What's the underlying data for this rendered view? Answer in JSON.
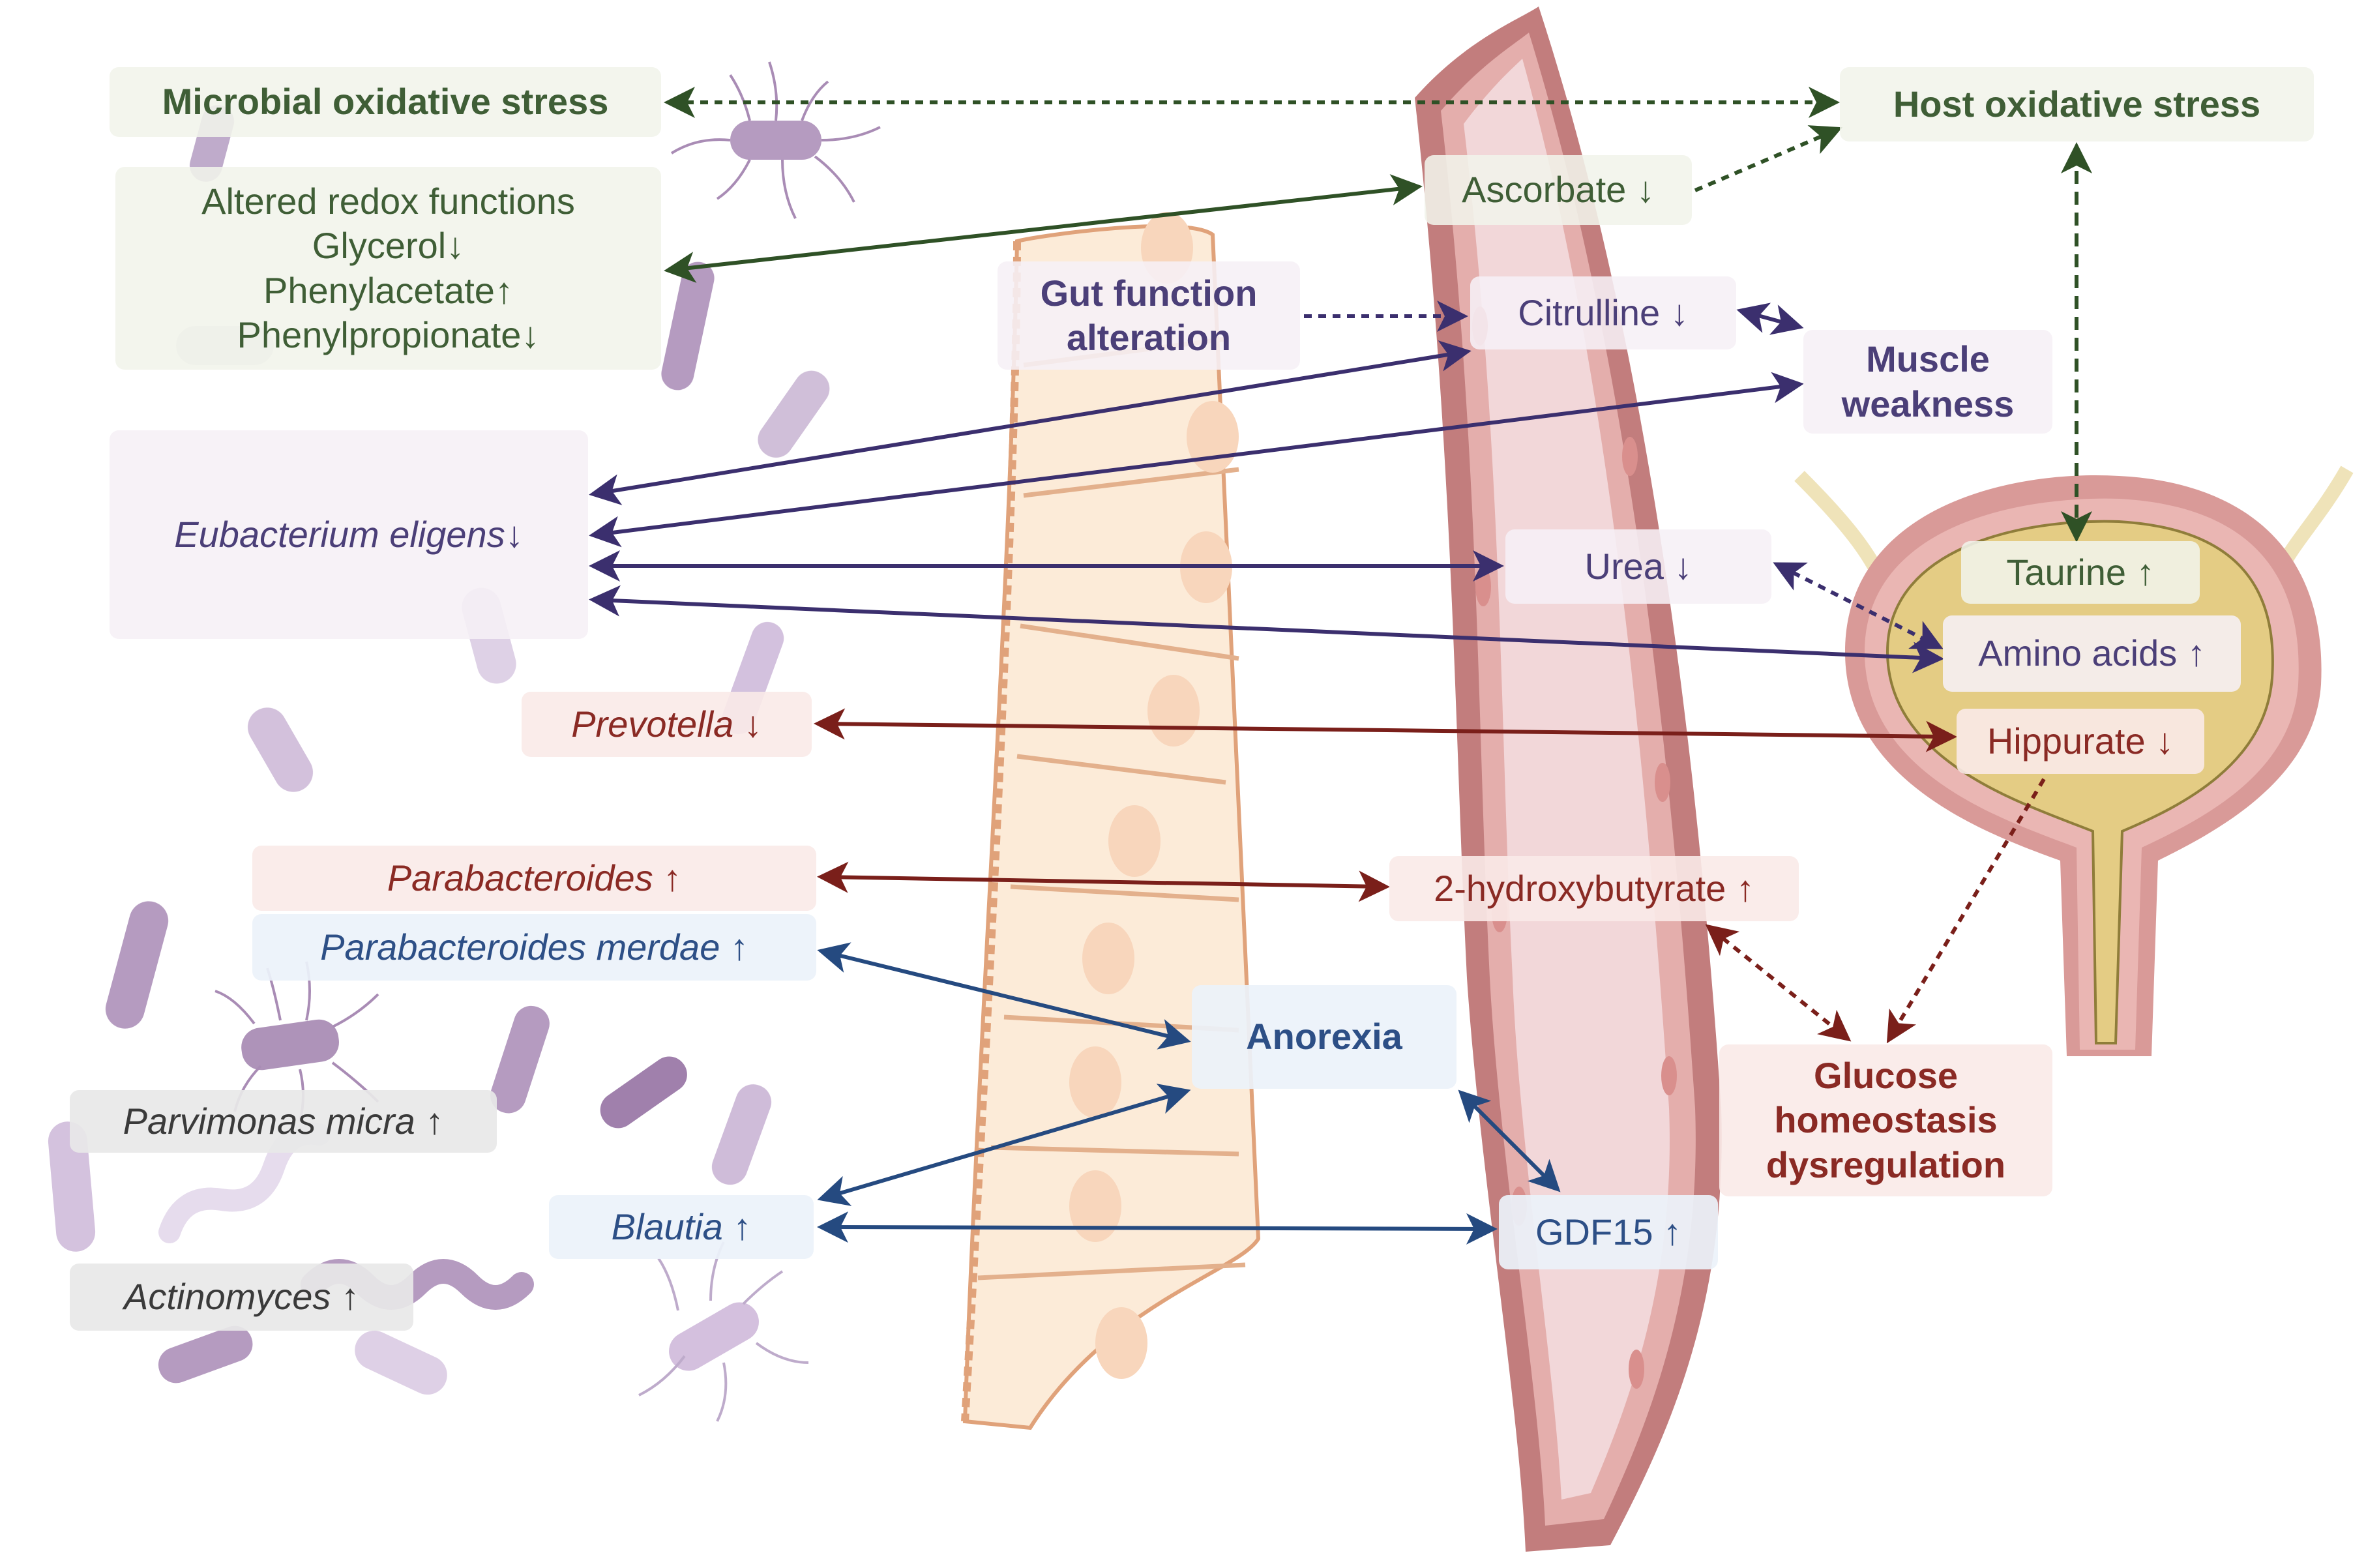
{
  "colors": {
    "green": "#3f5e36",
    "purple": "#4b3f78",
    "red": "#8a2a24",
    "blue": "#2d4f86",
    "grey": "#3a3a3a",
    "arrow_green": "#2f5126",
    "arrow_purple": "#3b2f6e",
    "arrow_red": "#7a1f1a",
    "arrow_blue": "#254a80"
  },
  "microbiome": {
    "microbial_oxidative_stress": "Microbial oxidative stress",
    "redox": {
      "title": "Altered redox functions",
      "items": [
        "Glycerol↓",
        "Phenylacetate↑",
        "Phenylpropionate↓"
      ]
    },
    "eubacterium": "Eubacterium eligens↓",
    "prevotella": "Prevotella ↓",
    "parabacteroides": "Parabacteroides ↑",
    "parabacteroides_merdae": "Parabacteroides merdae ↑",
    "parvimonas": "Parvimonas micra ↑",
    "actinomyces": "Actinomyces ↑",
    "blautia": "Blautia ↑"
  },
  "gut": {
    "gut_function_line1": "Gut function",
    "gut_function_line2": "alteration"
  },
  "blood": {
    "ascorbate": "Ascorbate ↓",
    "citrulline": "Citrulline ↓",
    "urea": "Urea ↓",
    "hydroxybutyrate": "2-hydroxybutyrate ↑",
    "gdf15": "GDF15 ↑"
  },
  "host": {
    "host_oxidative_stress": "Host oxidative stress",
    "muscle_weakness_line1": "Muscle",
    "muscle_weakness_line2": "weakness",
    "anorexia": "Anorexia",
    "glucose_line1": "Glucose",
    "glucose_line2": "homeostasis",
    "glucose_line3": "dysregulation"
  },
  "urine": {
    "taurine": "Taurine ↑",
    "amino_acids": "Amino acids ↑",
    "hippurate": "Hippurate ↓"
  }
}
